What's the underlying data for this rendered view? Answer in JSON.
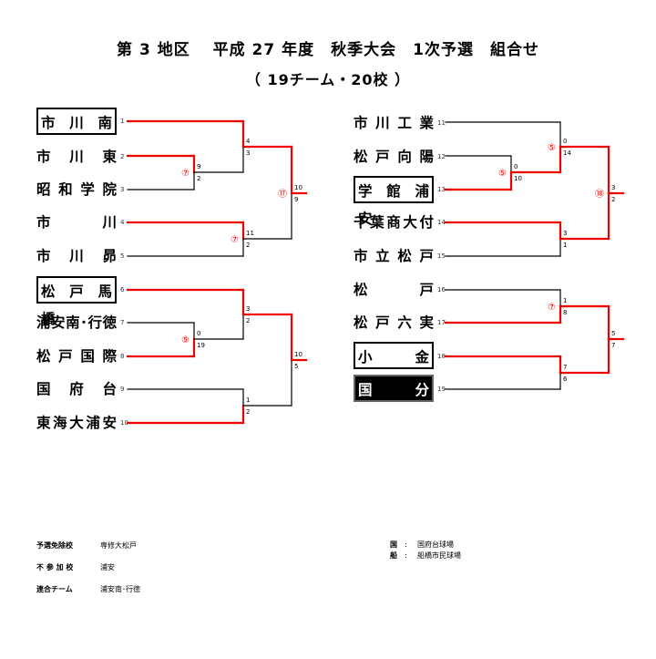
{
  "header": {
    "title": "第 3 地区　 平成 27 年度　秋季大会　1次予選　組合せ",
    "subtitle": "（ 19チーム・20校 ）"
  },
  "teams_left": [
    {
      "name": "市　川　南",
      "seed": "1",
      "style": "boxed"
    },
    {
      "name": "市　川　東",
      "seed": "2",
      "style": ""
    },
    {
      "name": "昭 和 学 院",
      "seed": "3",
      "style": ""
    },
    {
      "name": "市　　　川",
      "seed": "4",
      "style": ""
    },
    {
      "name": "市　川　昴",
      "seed": "5",
      "style": ""
    },
    {
      "name": "松 戸 馬 橋",
      "seed": "6",
      "style": "boxed"
    },
    {
      "name": "浦安南･行徳",
      "seed": "7",
      "style": ""
    },
    {
      "name": "松 戸 国 際",
      "seed": "8",
      "style": ""
    },
    {
      "name": "国　府　台",
      "seed": "9",
      "style": ""
    },
    {
      "name": "東海大浦安",
      "seed": "10",
      "style": ""
    }
  ],
  "teams_right": [
    {
      "name": "市 川 工 業",
      "seed": "11",
      "style": ""
    },
    {
      "name": "松 戸 向 陽",
      "seed": "12",
      "style": ""
    },
    {
      "name": "学 館 浦 安",
      "seed": "13",
      "style": "boxed"
    },
    {
      "name": "千葉商大付",
      "seed": "14",
      "style": ""
    },
    {
      "name": "市 立 松 戸",
      "seed": "15",
      "style": ""
    },
    {
      "name": "松　　　戸",
      "seed": "16",
      "style": ""
    },
    {
      "name": "松 戸 六 実",
      "seed": "17",
      "style": ""
    },
    {
      "name": "小　　　金",
      "seed": "18",
      "style": "boxed"
    },
    {
      "name": "国　　　分",
      "seed": "19",
      "style": "dark"
    }
  ],
  "scores": {
    "s_a1": "9",
    "s_a2": "2",
    "s_b1": "4",
    "s_b2": "3",
    "s_c1": "11",
    "s_c2": "2",
    "s_d1": "10",
    "s_d2": "9",
    "s_e1": "0",
    "s_e2": "19",
    "s_f1": "3",
    "s_f2": "2",
    "s_g1": "1",
    "s_g2": "2",
    "s_h1": "10",
    "s_h2": "5",
    "s_i1": "0",
    "s_i2": "10",
    "s_j1": "0",
    "s_j2": "14",
    "s_k1": "3",
    "s_k2": "1",
    "s_l1": "3",
    "s_l2": "2",
    "s_m1": "1",
    "s_m2": "8",
    "s_n1": "7",
    "s_n2": "6",
    "s_o1": "5",
    "s_o2": "7"
  },
  "venues": {
    "v1": "⑦",
    "v2": "⑦",
    "v3": "⑰",
    "v4": "⑤",
    "v5": "⑤",
    "v6": "⑤",
    "v7": "⑱",
    "v8": "⑦"
  },
  "footer": {
    "exempt_label": "予選免除校",
    "exempt_value": "専修大松戸",
    "absent_label": "不 参 加 校",
    "absent_value": "浦安",
    "combined_label": "連合チーム",
    "combined_value": "浦安南･行徳",
    "legend1_key": "国",
    "legend1_sep": ":",
    "legend1_val": "国府台球場",
    "legend2_key": "船",
    "legend2_sep": ":",
    "legend2_val": "船橋市民球場"
  },
  "colors": {
    "win": "#e00000",
    "lose": "#000000"
  }
}
